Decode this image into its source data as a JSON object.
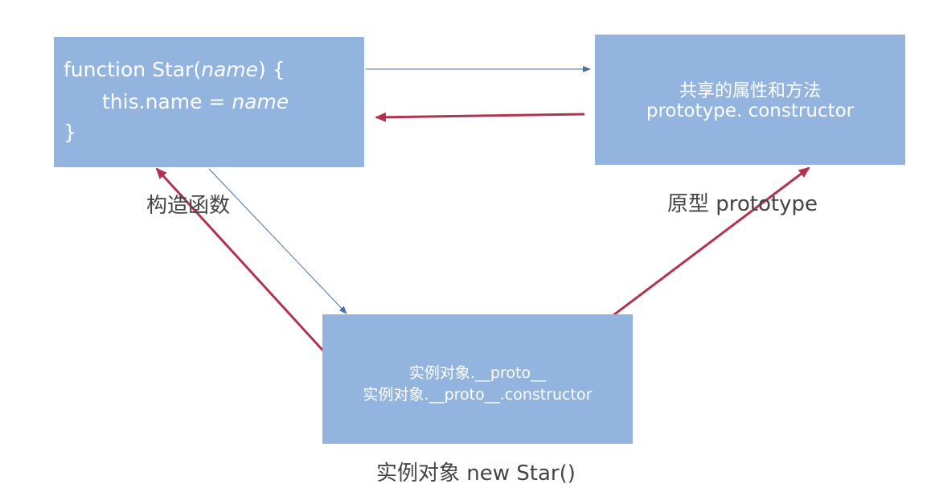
{
  "constructor_box": {
    "line1_prefix": "function Star(",
    "line1_param": "name",
    "line1_suffix": ") {",
    "line2_prefix": "this.name = ",
    "line2_value": "name",
    "line3": "}"
  },
  "prototype_box": {
    "line1": "共享的属性和方法",
    "line2": "prototype. constructor"
  },
  "instance_box": {
    "line1": "实例对象.__proto__",
    "line2": "实例对象.__proto__.constructor"
  },
  "captions": {
    "constructor": "构造函数",
    "prototype": "原型 prototype",
    "instance": "实例对象 new Star()"
  },
  "colors": {
    "box_fill": "#93b4de",
    "thin_arrow": "#4a6fa5",
    "thick_arrow": "#b0344f"
  }
}
